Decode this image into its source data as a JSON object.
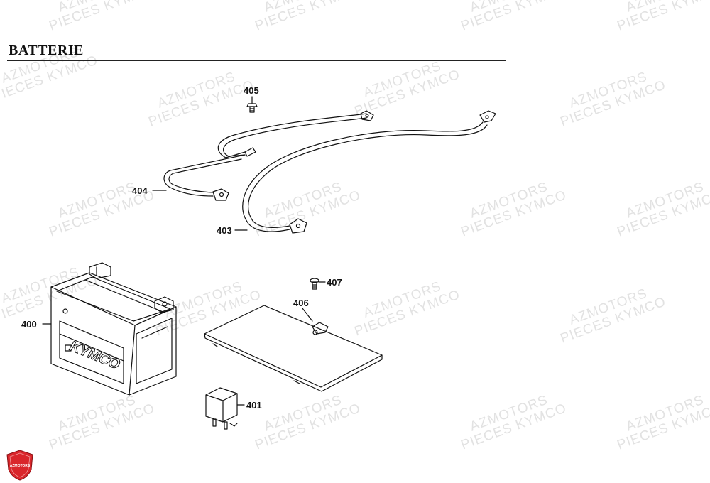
{
  "title": "BATTERIE",
  "watermark": {
    "line1": "AZMOTORS",
    "line2": "PIECES KYMCO"
  },
  "parts": [
    {
      "id": "p405",
      "ref": "405"
    },
    {
      "id": "p404",
      "ref": "404"
    },
    {
      "id": "p403",
      "ref": "403"
    },
    {
      "id": "p407",
      "ref": "407"
    },
    {
      "id": "p406",
      "ref": "406"
    },
    {
      "id": "p400",
      "ref": "400"
    },
    {
      "id": "p401",
      "ref": "401"
    }
  ],
  "battery_print": {
    "brand": "KYMCO"
  },
  "logo": {
    "text": "AZMOTORS"
  },
  "colors": {
    "line": "#111111",
    "watermark": "#e2e2e2",
    "logo_red": "#d9262b"
  }
}
